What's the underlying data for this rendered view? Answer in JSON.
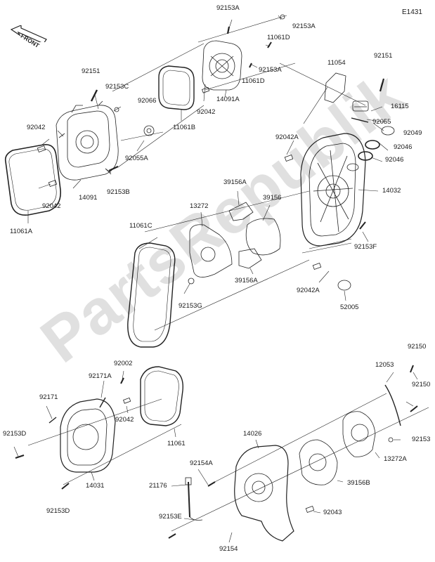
{
  "diagram_ref": "E1431",
  "direction_label": "FRONT",
  "watermark": "PartsRepublik",
  "labels": [
    {
      "id": "92153A-top",
      "text": "92153A"
    },
    {
      "id": "92153A-r",
      "text": "92153A"
    },
    {
      "id": "11061D-top",
      "text": "11061D"
    },
    {
      "id": "92153A-m",
      "text": "92153A"
    },
    {
      "id": "11061D-m",
      "text": "11061D"
    },
    {
      "id": "14091A",
      "text": "14091A"
    },
    {
      "id": "92151-l",
      "text": "92151"
    },
    {
      "id": "92153C",
      "text": "92153C"
    },
    {
      "id": "92066",
      "text": "92066"
    },
    {
      "id": "92042-c",
      "text": "92042"
    },
    {
      "id": "11061B",
      "text": "11061B"
    },
    {
      "id": "11054",
      "text": "11054"
    },
    {
      "id": "92151-r",
      "text": "92151"
    },
    {
      "id": "16115",
      "text": "16115"
    },
    {
      "id": "92055",
      "text": "92055"
    },
    {
      "id": "92049",
      "text": "92049"
    },
    {
      "id": "92046-a",
      "text": "92046"
    },
    {
      "id": "92046-b",
      "text": "92046"
    },
    {
      "id": "92042A-t",
      "text": "92042A"
    },
    {
      "id": "92042-l",
      "text": "92042"
    },
    {
      "id": "92055A",
      "text": "92055A"
    },
    {
      "id": "92153B",
      "text": "92153B"
    },
    {
      "id": "92042-l2",
      "text": "92042"
    },
    {
      "id": "14091",
      "text": "14091"
    },
    {
      "id": "11061A",
      "text": "11061A"
    },
    {
      "id": "39156A-t",
      "text": "39156A"
    },
    {
      "id": "39156",
      "text": "39156"
    },
    {
      "id": "14032",
      "text": "14032"
    },
    {
      "id": "13272",
      "text": "13272"
    },
    {
      "id": "11061C",
      "text": "11061C"
    },
    {
      "id": "92153F",
      "text": "92153F"
    },
    {
      "id": "39156A-b",
      "text": "39156A"
    },
    {
      "id": "92042A-b",
      "text": "92042A"
    },
    {
      "id": "92153G",
      "text": "92153G"
    },
    {
      "id": "52005",
      "text": "52005"
    },
    {
      "id": "92150-t",
      "text": "92150"
    },
    {
      "id": "12053",
      "text": "12053"
    },
    {
      "id": "92150-m",
      "text": "92150"
    },
    {
      "id": "92002",
      "text": "92002"
    },
    {
      "id": "92171A",
      "text": "92171A"
    },
    {
      "id": "92171",
      "text": "92171"
    },
    {
      "id": "92042-d",
      "text": "92042"
    },
    {
      "id": "11061",
      "text": "11061"
    },
    {
      "id": "92153D-t",
      "text": "92153D"
    },
    {
      "id": "92153",
      "text": "92153"
    },
    {
      "id": "14026",
      "text": "14026"
    },
    {
      "id": "13272A",
      "text": "13272A"
    },
    {
      "id": "92154A",
      "text": "92154A"
    },
    {
      "id": "14031",
      "text": "14031"
    },
    {
      "id": "21176",
      "text": "21176"
    },
    {
      "id": "39156B",
      "text": "39156B"
    },
    {
      "id": "92153D-b",
      "text": "92153D"
    },
    {
      "id": "92043",
      "text": "92043"
    },
    {
      "id": "92153E",
      "text": "92153E"
    },
    {
      "id": "92154",
      "text": "92154"
    }
  ]
}
